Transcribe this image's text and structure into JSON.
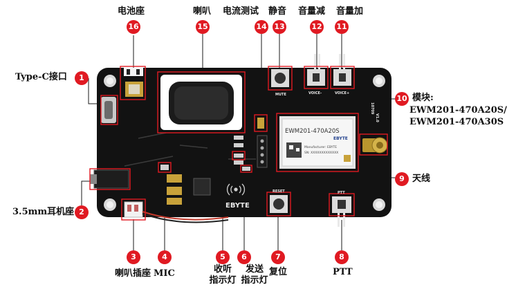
{
  "labels": {
    "l1": "Type-C接口",
    "l2": "3.5mm耳机座",
    "l3": "喇叭插座",
    "l4": "MIC",
    "l5a": "收听",
    "l5b": "指示灯",
    "l6a": "发送",
    "l6b": "指示灯",
    "l7": "复位",
    "l8": "PTT",
    "l9": "天线",
    "l10a": "模块:",
    "l10b": "EWM201-470A20S/",
    "l10c": "EWM201-470A30S",
    "l11": "音量加",
    "l12": "音量减",
    "l13": "静音",
    "l14": "电流测试",
    "l15": "喇叭",
    "l16": "电池座"
  },
  "badges": [
    "1",
    "2",
    "3",
    "4",
    "5",
    "6",
    "7",
    "8",
    "9",
    "10",
    "11",
    "12",
    "13",
    "14",
    "15",
    "16"
  ],
  "board": {
    "module_name": "EWM201-470A20S",
    "module_brand": "EBYTE",
    "module_manufacturer": "Manufacturer: EBYTE",
    "module_sn": "SN: XXXXXXXXXXXXX",
    "board_brand": "EBYTE",
    "btn_mute": "MUTE",
    "btn_voice_minus": "VOICE-",
    "btn_voice_plus": "VOICE+",
    "btn_reset": "RESET",
    "btn_ptt": "PTT",
    "version": "V1.0",
    "date": "10709"
  },
  "colors": {
    "badge": "#e01a22",
    "highlight": "#e01a22",
    "board": "#121212"
  }
}
